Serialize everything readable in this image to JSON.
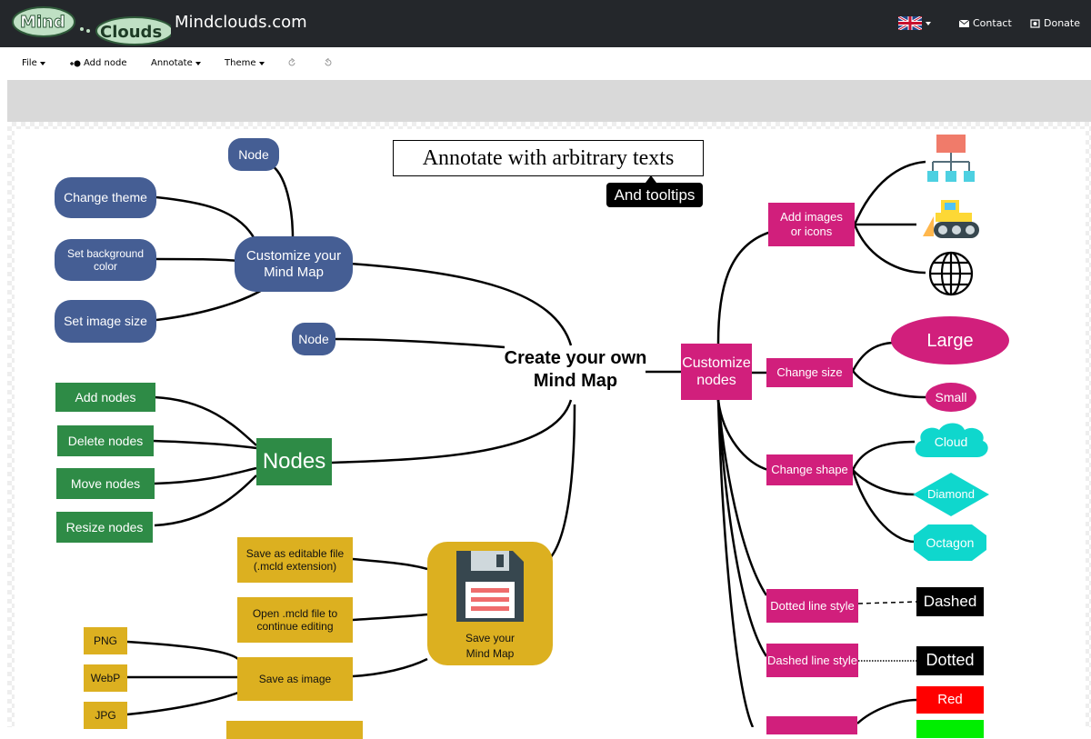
{
  "header": {
    "logo_mind": "Mind",
    "logo_clouds": "Clouds",
    "site_name": "Mindclouds.com",
    "contact_label": "Contact",
    "donate_label": "Donate"
  },
  "toolbar": {
    "file_label": "File",
    "add_node_label": "Add node",
    "annotate_label": "Annotate",
    "theme_label": "Theme"
  },
  "mindmap": {
    "central": [
      "Create your own",
      "Mind Map"
    ],
    "annotation_text": "Annotate with arbitrary texts",
    "tooltip_text": "And tooltips",
    "customize_map": [
      "Customize your",
      "Mind Map"
    ],
    "node_top": "Node",
    "change_theme": "Change theme",
    "set_background": [
      "Set background",
      "color"
    ],
    "set_image_size": "Set image size",
    "node_mid": "Node",
    "nodes_hub": "Nodes",
    "add_nodes": "Add nodes",
    "delete_nodes": "Delete nodes",
    "move_nodes": "Move nodes",
    "resize_nodes": "Resize nodes",
    "save_hub": [
      "Save your",
      "Mind Map"
    ],
    "save_editable": [
      "Save as editable file",
      "(.mcld extension)"
    ],
    "open_file": [
      "Open .mcld file to",
      "continue editing"
    ],
    "save_image": "Save as image",
    "png": "PNG",
    "webp": "WebP",
    "jpg": "JPG",
    "customize_nodes": [
      "Customize",
      "nodes"
    ],
    "add_images": [
      "Add images",
      "or icons"
    ],
    "change_size": "Change size",
    "large": "Large",
    "small": "Small",
    "change_shape": "Change shape",
    "cloud": "Cloud",
    "diamond": "Diamond",
    "octagon": "Octagon",
    "dotted_line_style": "Dotted line style",
    "dashed_line_style": "Dashed line style",
    "dashed": "Dashed",
    "dotted": "Dotted",
    "red": "Red"
  },
  "colors": {
    "blue": "#455e94",
    "green": "#2e8b46",
    "yellow": "#dcb020",
    "magenta": "#d11f7c",
    "cyan": "#0fd7cd",
    "topbar": "#24272b"
  }
}
